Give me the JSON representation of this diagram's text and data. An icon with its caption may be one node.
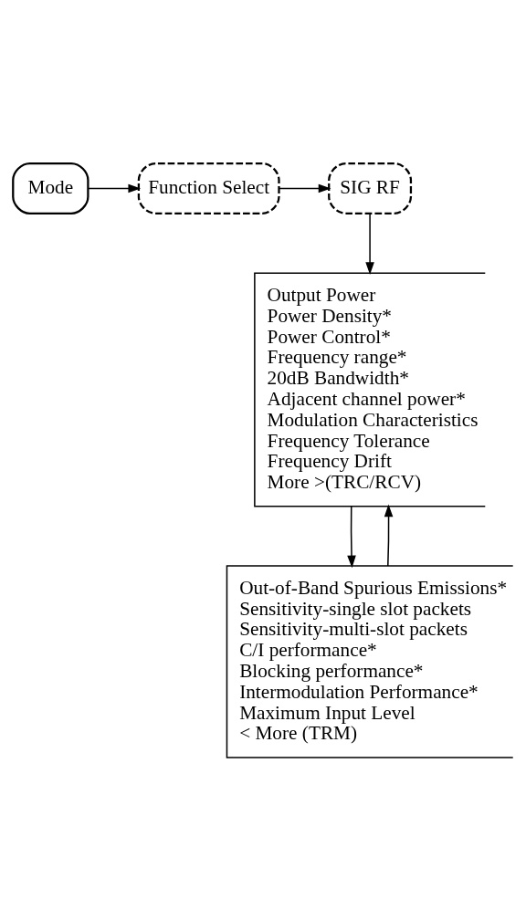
{
  "diagram": {
    "nodes": [
      {
        "text": [
          "Mode"
        ]
      },
      {
        "text": [
          "Function Select"
        ]
      },
      {
        "text": [
          "SIG RF"
        ]
      },
      {
        "text": [
          "Output Power",
          "Power Density*",
          "Power Control*",
          "Frequency range*",
          "20dB Bandwidth*",
          "Adjacent channel power*",
          "Modulation Characteristics",
          "Frequency Tolerance",
          "Frequency Drift",
          "More >(TRC/RCV)"
        ]
      },
      {
        "text": [
          "Out-of-Band Spurious Emissions*",
          "Sensitivity-single slot packets",
          "Sensitivity-multi-slot packets",
          "C/I performance*",
          "Blocking performance*",
          "Intermodulation Performance*",
          "Maximum Input Level",
          "< More (TRM)"
        ]
      }
    ],
    "edges": [
      {
        "from": 0,
        "to": 1,
        "arrow": "to"
      },
      {
        "from": 1,
        "to": 2,
        "arrow": "to"
      },
      {
        "from": 2,
        "to": 3,
        "arrow": "to"
      },
      {
        "from": 3,
        "to": 4,
        "arrow": "to"
      },
      {
        "from": 4,
        "to": 3,
        "arrow": "to"
      }
    ]
  }
}
